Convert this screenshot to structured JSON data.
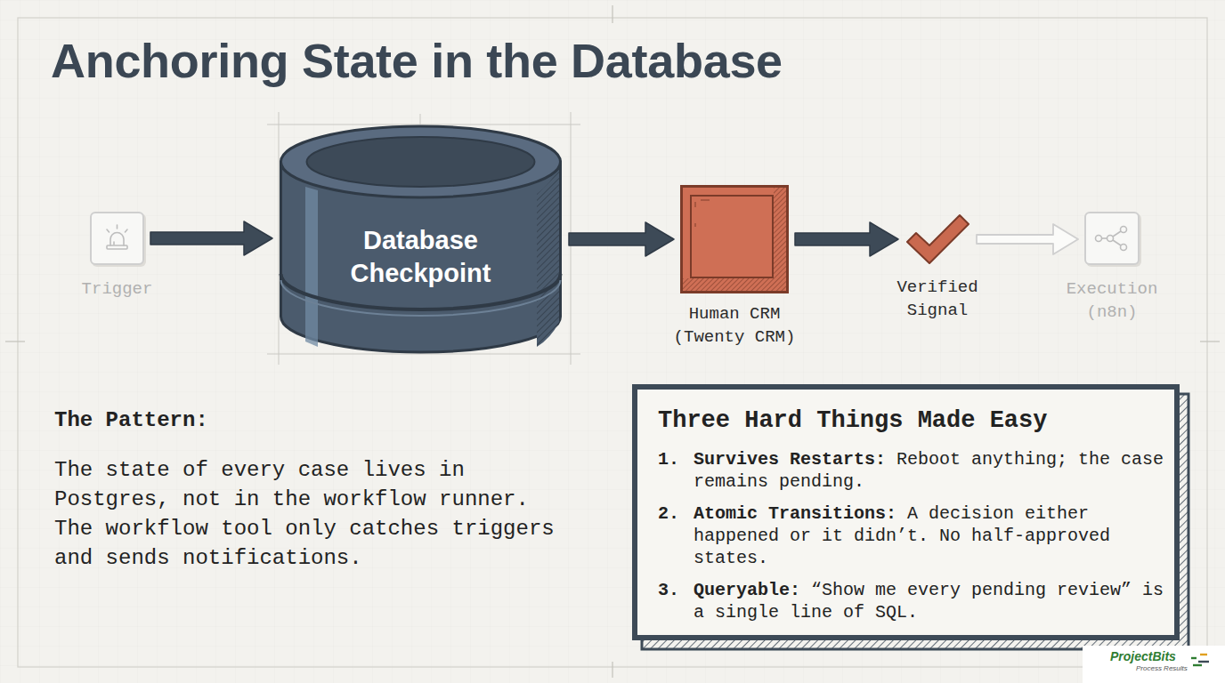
{
  "diagram": {
    "title": "Anchoring State in the Database",
    "nodes": [
      {
        "text": [
          "Trigger"
        ]
      },
      {
        "text": [
          "Database Checkpoint"
        ]
      },
      {
        "text": [
          "Human CRM (Twenty CRM)"
        ]
      },
      {
        "text": [
          "Verified Signal"
        ]
      },
      {
        "text": [
          "Execution (n8n)"
        ]
      },
      {
        "text": [
          "Three Hard Things Made Easy",
          "1.",
          "Survives Restarts:",
          "Reboot anything; the case remains pending.",
          "2.",
          "Atomic Transitions:",
          "A decision either happened or it didn’t. No half-approved states.",
          "3.",
          "Queryable:",
          "“Show me every pending review” is a single line of SQL."
        ]
      }
    ],
    "edges": [
      {
        "from": 0,
        "to": 1,
        "arrow": "to"
      },
      {
        "from": 1,
        "to": 2,
        "arrow": "to"
      },
      {
        "from": 2,
        "to": 3,
        "arrow": "to"
      },
      {
        "from": 3,
        "to": 4,
        "arrow": "to"
      }
    ],
    "labels": [
      "The Pattern:",
      "The state of every case lives in Postgres, not in the workflow runner. The workflow tool only catches triggers and sends notifications.",
      "ProjectBits",
      "Process Results"
    ]
  }
}
